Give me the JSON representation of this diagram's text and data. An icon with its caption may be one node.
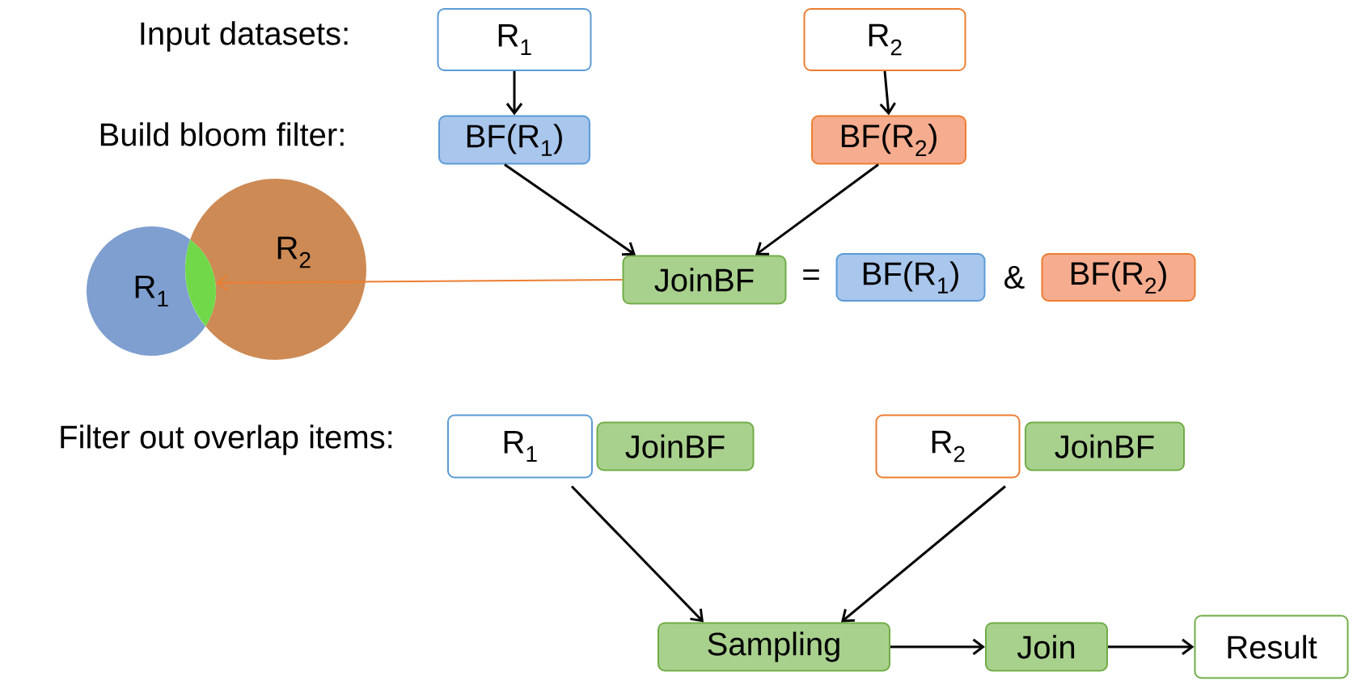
{
  "diagram": {
    "nodes": [
      {
        "text": [
          "R$_{1}$"
        ]
      },
      {
        "text": [
          "R$_{2}$"
        ]
      },
      {
        "text": [
          "BF(R$_{1}$)"
        ]
      },
      {
        "text": [
          "BF(R$_{2}$)"
        ]
      },
      {
        "text": [
          "JoinBF"
        ]
      },
      {
        "text": [
          "BF(R$_{1}$)"
        ]
      },
      {
        "text": [
          "BF(R$_{2}$)"
        ]
      },
      {
        "text": [
          "R$_{1}$"
        ]
      },
      {
        "text": [
          "R$_{2}$"
        ]
      },
      {
        "text": [],
        "shape": "lens"
      },
      {
        "text": [
          "R$_{1}$"
        ]
      },
      {
        "text": [
          "JoinBF"
        ]
      },
      {
        "text": [
          "R$_{2}$"
        ]
      },
      {
        "text": [
          "JoinBF"
        ]
      },
      {
        "text": [
          "Sampling"
        ]
      },
      {
        "text": [
          "Join"
        ]
      },
      {
        "text": [
          "Result"
        ]
      }
    ],
    "edges": [
      {
        "from": 0,
        "to": 2,
        "arrow": "to"
      },
      {
        "from": 1,
        "to": 3,
        "arrow": "to"
      },
      {
        "from": 2,
        "to": 4,
        "arrow": "to"
      },
      {
        "from": 3,
        "to": 4,
        "arrow": "to"
      },
      {
        "from": 4,
        "to": 9,
        "arrow": "to",
        "color": "#ed7d31"
      },
      {
        "from": 10,
        "to": 14,
        "arrow": "to"
      },
      {
        "from": 12,
        "to": 14,
        "arrow": "to"
      },
      {
        "from": 14,
        "to": 15,
        "arrow": "to"
      },
      {
        "from": 15,
        "to": 16,
        "arrow": "to"
      }
    ],
    "labels": [
      "Input datasets:",
      "Build bloom filter:",
      "=",
      "&",
      "Filter out overlap items:"
    ]
  }
}
